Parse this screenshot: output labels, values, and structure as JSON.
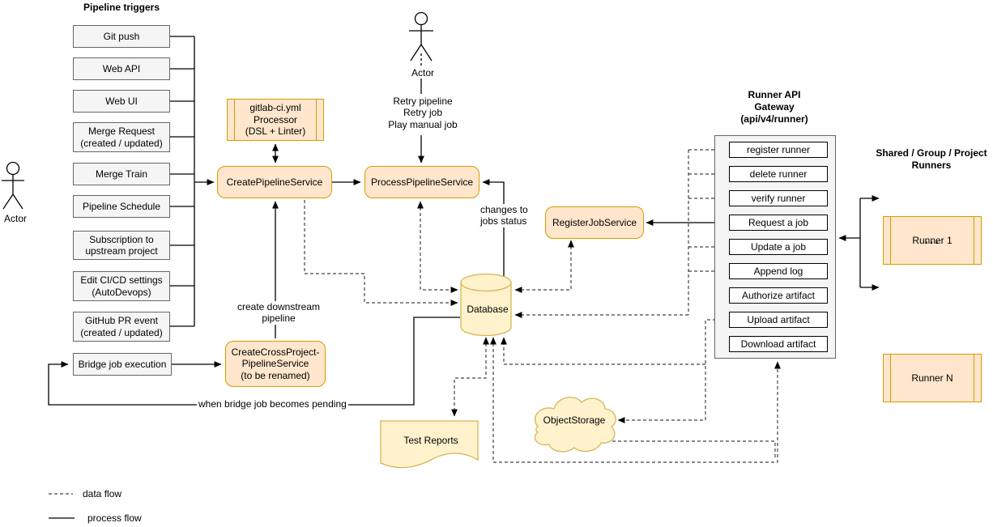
{
  "colors": {
    "service_fill": "#FFE6CC",
    "service_stroke": "#D79B00",
    "storage_fill": "#FFF2CC",
    "storage_stroke": "#D6B656",
    "trigger_fill": "#F5F5F5",
    "trigger_stroke": "#666666"
  },
  "triggers": {
    "title": "Pipeline triggers",
    "items": [
      "Git push",
      "Web API",
      "Web UI",
      "Merge Request\n(created / updated)",
      "Merge Train",
      "Pipeline Schedule",
      "Subscription to\nupstream project",
      "Edit CI/CD settings\n(AutoDevops)",
      "GitHub PR event\n(created / updated)",
      "Bridge job execution"
    ]
  },
  "actors": {
    "left_label": "Actor",
    "top_label": "Actor"
  },
  "services": {
    "processor": "gitlab-ci.yml\nProcessor\n(DSL + Linter)",
    "create_pipeline": "CreatePipelineService",
    "process_pipeline": "ProcessPipelineService",
    "register_job": "RegisterJobService",
    "cross_project": "CreateCrossProject-\nPipelineService\n(to be renamed)"
  },
  "storage": {
    "database": "Database",
    "object_storage": "ObjectStorage",
    "test_reports": "Test Reports"
  },
  "gateway": {
    "title": "Runner API\nGateway\n(api/v4/runner)",
    "endpoints": [
      "register runner",
      "delete runner",
      "verify runner",
      "Request a job",
      "Update a job",
      "Append log",
      "Authorize artifact",
      "Upload artifact",
      "Download artifact"
    ]
  },
  "runners": {
    "title": "Shared / Group / Project\nRunners",
    "items": [
      "Runner 1",
      "Runner N"
    ],
    "ellipsis": "..."
  },
  "annotations": {
    "retry_actions": "Retry pipeline\nRetry job\nPlay manual job",
    "changes_status": "changes to\njobs status",
    "create_downstream": "create downstream\npipeline",
    "when_bridge": "when bridge job becomes pending"
  },
  "legend": {
    "data_flow": "data flow",
    "process_flow": "process flow"
  }
}
